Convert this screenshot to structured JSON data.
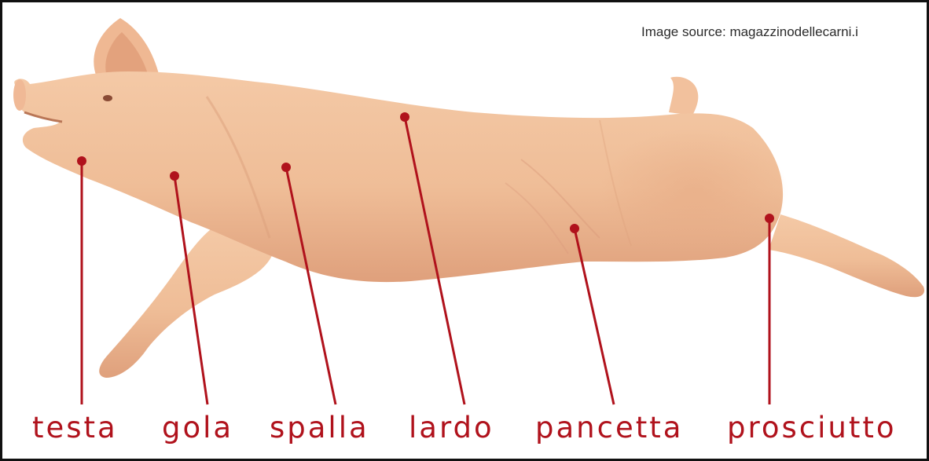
{
  "source_credit": "Image source: magazzinodellecarni.i",
  "colors": {
    "label": "#b0121c",
    "leader_line": "#b0121c",
    "skin": "#efbd97",
    "skin_shadow": "#d79874",
    "frame": "#111111"
  },
  "cuts": [
    {
      "id": "testa",
      "label": "testa"
    },
    {
      "id": "gola",
      "label": "gola"
    },
    {
      "id": "spalla",
      "label": "spalla"
    },
    {
      "id": "lardo",
      "label": "lardo"
    },
    {
      "id": "pancetta",
      "label": "pancetta"
    },
    {
      "id": "prosciutto",
      "label": "prosciutto"
    }
  ]
}
